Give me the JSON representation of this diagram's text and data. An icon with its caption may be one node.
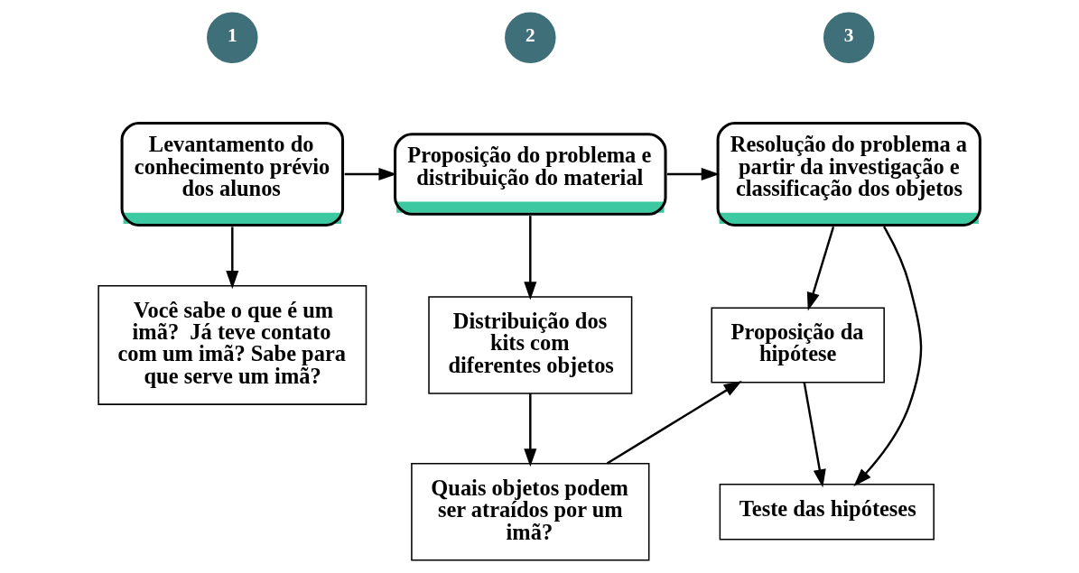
{
  "diagram": {
    "nodes": [
      {
        "text": [
          "1"
        ]
      },
      {
        "text": [
          "2"
        ]
      },
      {
        "text": [
          "3"
        ]
      },
      {
        "text": [
          "Levantamento do conhecimento prévio dos alunos"
        ]
      },
      {
        "text": [
          "Proposição do problema e distribuição do material"
        ]
      },
      {
        "text": [
          "Resolução do problema a partir da investigação e classificação dos objetos"
        ]
      },
      {
        "text": [
          "Você sabe o que é um imã?  Já teve contato com um imã? Sabe para que serve um imã?"
        ]
      },
      {
        "text": [
          "Distribuição dos kits com diferentes objetos"
        ]
      },
      {
        "text": [
          "Proposição da hipótese"
        ]
      },
      {
        "text": [
          "Teste das hipóteses"
        ]
      },
      {
        "text": [
          "Quais objetos podem ser atraídos por um imã?"
        ]
      }
    ],
    "edges": [
      {
        "from": 3,
        "to": 4,
        "arrow": "to"
      },
      {
        "from": 4,
        "to": 5,
        "arrow": "to"
      },
      {
        "from": 3,
        "to": 6,
        "arrow": "to"
      },
      {
        "from": 4,
        "to": 7,
        "arrow": "to"
      },
      {
        "from": 5,
        "to": 8,
        "arrow": "to"
      },
      {
        "from": 5,
        "to": 9,
        "arrow": "to"
      },
      {
        "from": 8,
        "to": 9,
        "arrow": "to"
      },
      {
        "from": 7,
        "to": 10,
        "arrow": "to"
      },
      {
        "from": 10,
        "to": 8,
        "arrow": "to"
      }
    ]
  }
}
